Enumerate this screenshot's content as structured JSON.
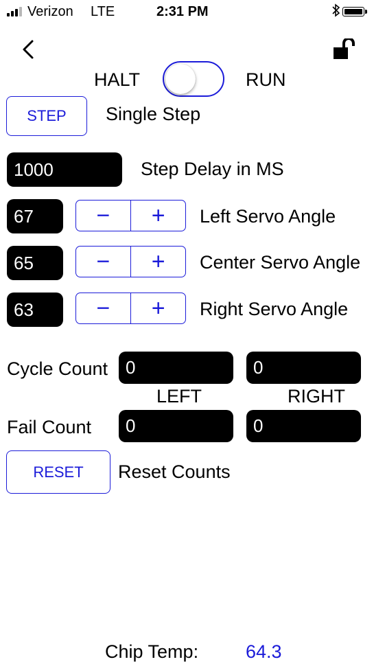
{
  "status_bar": {
    "carrier": "Verizon",
    "network": "LTE",
    "time": "2:31 PM",
    "bluetooth_icon": "bluetooth-icon",
    "battery_icon": "battery-icon"
  },
  "nav": {
    "back_icon": "chevron-left-icon",
    "lock_icon": "unlocked-padlock-icon"
  },
  "mode": {
    "left_label": "HALT",
    "right_label": "RUN",
    "toggle_state": "off"
  },
  "step": {
    "button_label": "STEP",
    "description": "Single Step"
  },
  "delay": {
    "value": "1000",
    "label": "Step Delay in MS"
  },
  "servos": [
    {
      "value": "67",
      "label": "Left Servo Angle",
      "minus": "−",
      "plus": "+"
    },
    {
      "value": "65",
      "label": "Center Servo Angle",
      "minus": "−",
      "plus": "+"
    },
    {
      "value": "63",
      "label": "Right Servo Angle",
      "minus": "−",
      "plus": "+"
    }
  ],
  "counts": {
    "cycle_label": "Cycle Count",
    "cycle_left": "0",
    "cycle_right": "0",
    "left_header": "LEFT",
    "right_header": "RIGHT",
    "fail_label": "Fail Count",
    "fail_left": "0",
    "fail_right": "0"
  },
  "reset": {
    "button_label": "RESET",
    "description": "Reset Counts"
  },
  "chip_temp": {
    "label": "Chip Temp:",
    "value": "64.3"
  },
  "colors": {
    "accent": "#1b1bd9",
    "field_bg": "#000000",
    "field_text": "#ffffff"
  }
}
